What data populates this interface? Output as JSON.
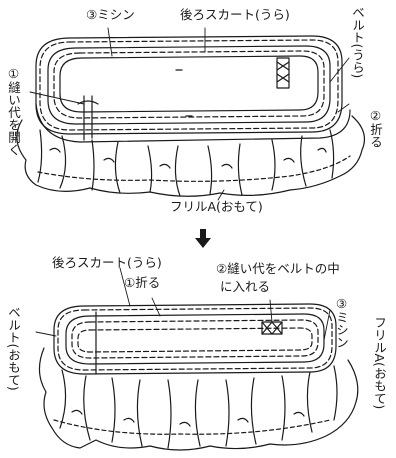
{
  "top_panel": {
    "label_stitch": "③ミシン",
    "label_back_skirt": "後ろスカート(うら)",
    "label_belt": "ベルト(うら)",
    "label_open_allowance": "①縫い代を開く",
    "label_fold": "②折る",
    "label_frill": "フリルA(おもて)"
  },
  "arrow": "down-arrow-icon",
  "bottom_panel": {
    "label_back_skirt": "後ろスカート(うら)",
    "label_fold": "①折る",
    "label_tuck_allowance_1": "②縫い代をベルトの中",
    "label_tuck_allowance_2": "に入れる",
    "label_stitch": "③ミシン",
    "label_belt": "ベルト(おもて)",
    "label_frill": "フリルA(おもて)"
  },
  "colors": {
    "ink": "#1a1a1a",
    "paper": "#ffffff"
  }
}
